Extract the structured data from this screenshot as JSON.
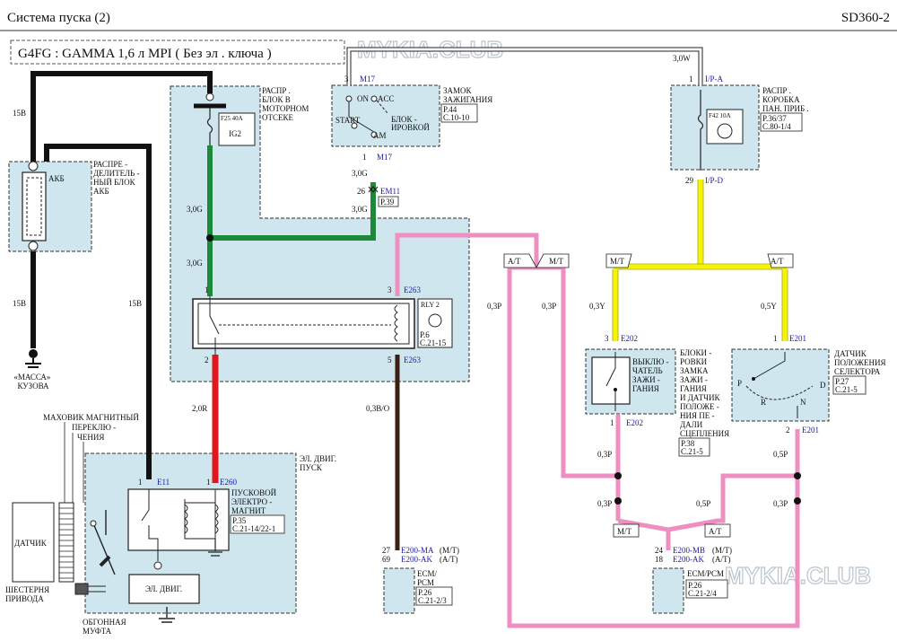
{
  "header": {
    "title": "Система   пуска (2)",
    "code": "SD360-2"
  },
  "engine_label": "G4FG : GAMMA 1,6   л MPI ( Без   эл . ключа   )",
  "watermarks": [
    "MYKIA.CLUB",
    "MYKIA.CLUB"
  ],
  "components": {
    "junction_block": {
      "title": [
        "РАСПР .",
        "БЛОК  В",
        "МОТОРНОМ",
        "ОТСЕКЕ"
      ],
      "fuse": "F25 40A",
      "fuse_name": "IG2"
    },
    "battery": {
      "title": [
        "РАСПРЕ -",
        "ДЕЛИТЕЛЬ -",
        "НЫЙ БЛОК",
        "АКБ"
      ],
      "label": "АКБ"
    },
    "ground": [
      "«МАССА»",
      "КУЗОВА"
    ],
    "ignition_switch": {
      "title": [
        "ЗАМОК",
        "ЗАЖИГАНИЯ"
      ],
      "ref": [
        "P.44",
        "C.10-10"
      ],
      "positions": [
        "ON",
        "ACC",
        "START",
        "AM"
      ],
      "lock_label": [
        "БЛОК -",
        "ИРОВКОЙ"
      ]
    },
    "ip_box": {
      "title": [
        "РАСПР .",
        "КОРОБКА",
        "ПАН. ПРИБ ."
      ],
      "ref": [
        "P.36/37",
        "C.80-1/4"
      ],
      "fuse": "F42 10A"
    },
    "relay": {
      "name": "RLY 2",
      "ref": [
        "P.6",
        "C.21-15"
      ]
    },
    "clutch_switch": {
      "title": [
        "БЛОКИ -",
        "РОВКИ",
        "ЗАМКА",
        "ЗАЖИ -",
        "ГАНИЯ",
        "И ДАТЧИК",
        "ПОЛОЖЕ -",
        "НИЯ ПЕ -",
        "ДАЛИ",
        "СЦЕПЛЕНИЯ"
      ],
      "inner": [
        "ВЫКЛЮ -",
        "ЧАТЕЛЬ",
        "ЗАЖИ -",
        "ГАНИЯ"
      ],
      "ref": [
        "P.38",
        "C.21-5"
      ]
    },
    "selector": {
      "title": [
        "ДАТЧИК",
        "ПОЛОЖЕНИЯ",
        "СЕЛЕКТОРА"
      ],
      "ref": [
        "P.27",
        "C.21-5"
      ],
      "positions": [
        "P",
        "R",
        "N",
        "D"
      ]
    },
    "starter": {
      "title": [
        "ЭЛ. ДВИГ.",
        "ПУСК"
      ],
      "solenoid": [
        "ПУСКОВОЙ",
        "ЭЛЕКТРО -",
        "МАГНИТ"
      ],
      "ref": [
        "P.35",
        "C.21-14/22-1"
      ],
      "motor": "ЭЛ. ДВИГ."
    },
    "flywheel": [
      "МАХОВИК  МАГНИТНЫЙ",
      "ПЕРЕКЛЮ -",
      "ЧЕНИЯ"
    ],
    "sensor": "ДАТЧИК",
    "pinion": [
      "ШЕСТЕРНЯ",
      "ПРИВОДА"
    ],
    "clutch": [
      "ОБГОННАЯ",
      "МУФТА"
    ],
    "ecm_left": {
      "title": [
        "ECM/",
        "PCM"
      ],
      "ref": [
        "P.26",
        "C.21-2/3"
      ]
    },
    "ecm_right": {
      "title": "ECM/PCM",
      "ref": [
        "P.26",
        "C.21-2/4"
      ]
    }
  },
  "connectors": {
    "m17_top": "M17",
    "m17_bot": "M17",
    "em11": "EM11",
    "em11_ref": "P.39",
    "ipa": "I/P-A",
    "ipd": "I/P-D",
    "e263a": "E263",
    "e263b": "E263",
    "e202a": "E202",
    "e202b": "E202",
    "e201a": "E201",
    "e201b": "E201",
    "e11": "E11",
    "e260": "E260",
    "e200_ma": "E200-MA",
    "e200_ak": "E200-AK",
    "e200_mb": "E200-MB",
    "e200_ak2": "E200-AK",
    "mt_note": "(M/T)",
    "at_note": "(A/T)"
  },
  "pins": {
    "p3": "3",
    "p1": "1",
    "p26": "26",
    "p29": "29",
    "p2": "2",
    "p5": "5",
    "p27": "27",
    "p69": "69",
    "p24": "24",
    "p18": "18"
  },
  "wires": {
    "w15b": "15B",
    "w30g": "3,0G",
    "w30w": "3,0W",
    "w20r": "2,0R",
    "w03bo": "0,3B/O",
    "w03p": "0,3P",
    "w05p": "0,5P",
    "w03y": "0,3Y",
    "w05y": "0,5Y"
  },
  "tags": {
    "at": "A/T",
    "mt": "M/T"
  },
  "colors": {
    "black": "#111111",
    "green": "#1c8a38",
    "red": "#e0161d",
    "pink": "#ef8ec0",
    "yellow": "#f6f400",
    "brown": "#3a1f12",
    "zone": "#cfe6ee",
    "connector": "#1a1aa8"
  }
}
